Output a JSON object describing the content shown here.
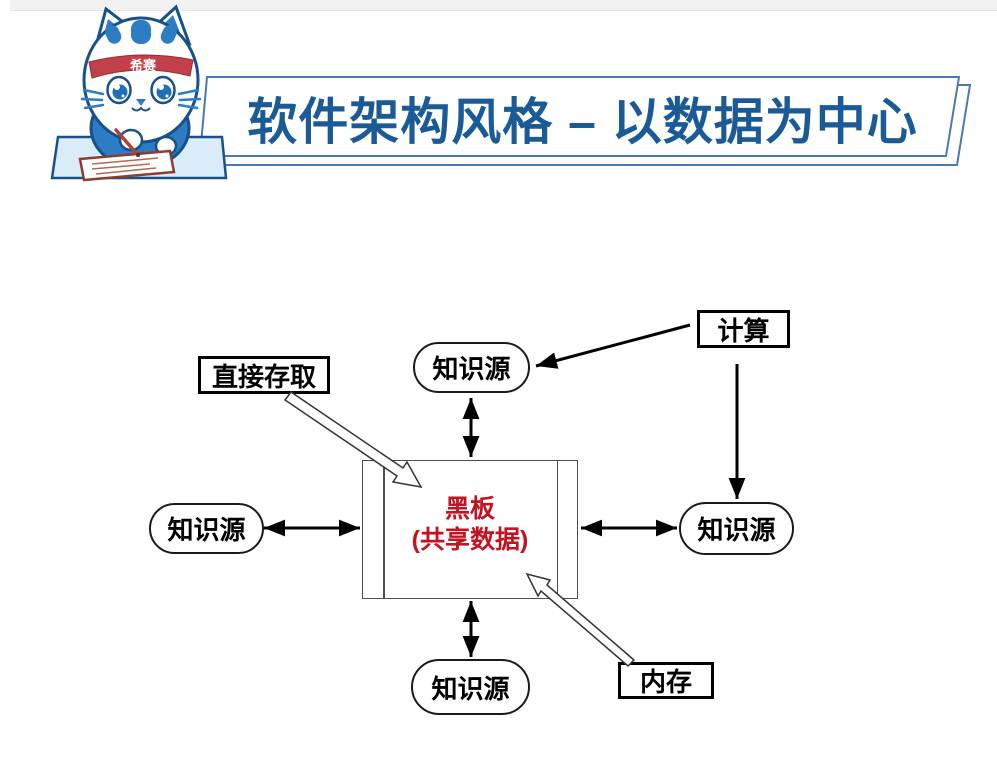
{
  "header": {
    "title": "软件架构风格 – 以数据为中心",
    "mascot": {
      "headband_text": "希赛"
    }
  },
  "diagram": {
    "blackboard": {
      "title": "黑板",
      "subtitle": "(共享数据)"
    },
    "knowledge_sources": {
      "top": "知识源",
      "left": "知识源",
      "right": "知识源",
      "bottom": "知识源"
    },
    "labels": {
      "compute": "计算",
      "direct_access": "直接存取",
      "memory": "内存"
    }
  },
  "colors": {
    "title_blue": "#1A5A96",
    "banner_border_blue": "#4A7AB0",
    "blackboard_text_red": "#C41220",
    "diagram_line_black": "#000000",
    "box_border_gray": "#4d4d4d",
    "mascot_blue": "#2D7DC4",
    "mascot_outline_blue": "#17508C",
    "headband_red": "#C2404A",
    "desk_fill_light_blue": "#D9ECF8",
    "top_strip_gray": "#f2f2f2"
  }
}
